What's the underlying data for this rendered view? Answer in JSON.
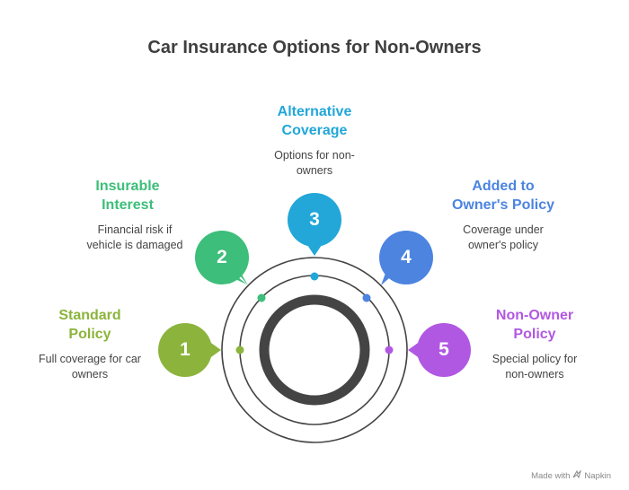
{
  "title": "Car Insurance Options for Non-Owners",
  "colors": {
    "green_light": "#8cb43c",
    "green": "#3dbe7a",
    "blue_light": "#22a7d8",
    "blue": "#4c84e0",
    "purple": "#b158e2",
    "ring": "#444444"
  },
  "items": [
    {
      "number": "1",
      "title_line1": "Standard",
      "title_line2": "Policy",
      "desc_line1": "Full coverage for car",
      "desc_line2": "owners"
    },
    {
      "number": "2",
      "title_line1": "Insurable",
      "title_line2": "Interest",
      "desc_line1": "Financial risk if",
      "desc_line2": "vehicle is damaged"
    },
    {
      "number": "3",
      "title_line1": "Alternative",
      "title_line2": "Coverage",
      "desc_line1": "Options for non-",
      "desc_line2": "owners"
    },
    {
      "number": "4",
      "title_line1": "Added to",
      "title_line2": "Owner's Policy",
      "desc_line1": "Coverage under",
      "desc_line2": "owner's policy"
    },
    {
      "number": "5",
      "title_line1": "Non-Owner",
      "title_line2": "Policy",
      "desc_line1": "Special policy for",
      "desc_line2": "non-owners"
    }
  ],
  "footer": {
    "text": "Made with",
    "brand": "Napkin"
  }
}
